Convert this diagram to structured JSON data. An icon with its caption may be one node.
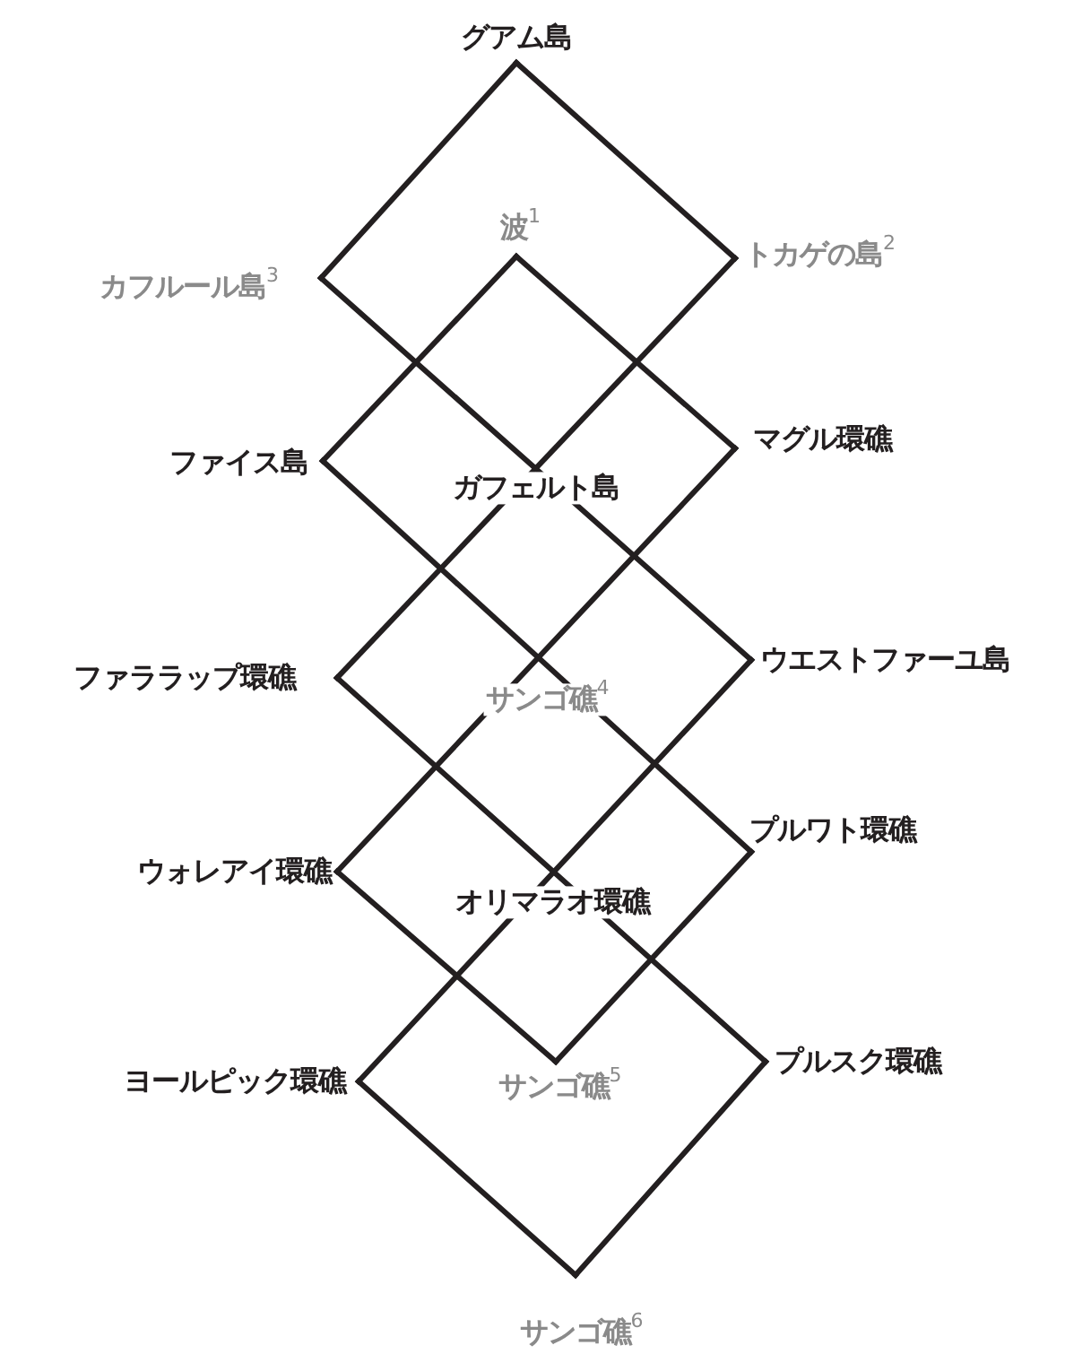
{
  "diagram": {
    "nodes": [
      {
        "text": [
          "グアム島"
        ]
      },
      {
        "text": [
          "波$^{1}$"
        ]
      },
      {
        "text": [
          "カフルール島$^{3}$"
        ]
      },
      {
        "text": [
          "トカゲの島$^{2}$"
        ]
      },
      {
        "text": [
          "ファイス島"
        ]
      },
      {
        "text": [
          "マグル環礁"
        ]
      },
      {
        "text": [
          "ファララップ環礁"
        ]
      },
      {
        "text": [
          "ウエストファーユ島"
        ]
      },
      {
        "text": [
          "プルワト環礁"
        ]
      },
      {
        "text": [
          "ウォレアイ環礁"
        ]
      },
      {
        "text": [
          "ヨールピック環礁"
        ]
      },
      {
        "text": [
          "サンゴ礁$^{5}$"
        ]
      },
      {
        "text": [
          "プルスク環礁"
        ]
      },
      {
        "text": [
          "サンゴ礁$^{6}$"
        ]
      }
    ],
    "edges": [
      {
        "from": 0,
        "to": 2,
        "arrow": "none"
      },
      {
        "from": 0,
        "to": 3,
        "arrow": "none"
      },
      {
        "from": 2,
        "to": 7,
        "arrow": "none"
      },
      {
        "from": 3,
        "to": 6,
        "arrow": "none"
      },
      {
        "from": 1,
        "to": 4,
        "arrow": "none"
      },
      {
        "from": 1,
        "to": 5,
        "arrow": "none"
      },
      {
        "from": 4,
        "to": 8,
        "arrow": "none"
      },
      {
        "from": 5,
        "to": 9,
        "arrow": "none"
      },
      {
        "from": 6,
        "to": 12,
        "arrow": "none"
      },
      {
        "from": 7,
        "to": 10,
        "arrow": "none"
      },
      {
        "from": 9,
        "to": 11,
        "arrow": "none"
      },
      {
        "from": 11,
        "to": 8,
        "arrow": "none"
      },
      {
        "from": 10,
        "to": 13,
        "arrow": "none"
      },
      {
        "from": 13,
        "to": 12,
        "arrow": "none"
      }
    ],
    "labels": [
      "ガフェルト島",
      "サンゴ礁$^{4}$",
      "オリマラオ環礁"
    ]
  }
}
